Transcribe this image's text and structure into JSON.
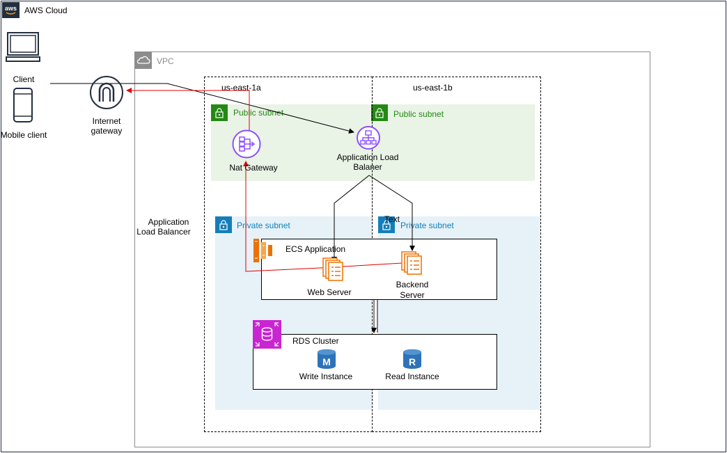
{
  "aws_cloud": {
    "label": "AWS Cloud"
  },
  "vpc": {
    "label": "VPC"
  },
  "client": {
    "label": "Client"
  },
  "mobile_client": {
    "label": "Mobile client"
  },
  "internet_gateway": {
    "label_line1": "Internet",
    "label_line2": "gateway"
  },
  "az": {
    "a": "us-east-1a",
    "b": "us-east-1b"
  },
  "public_subnet": {
    "label": "Public subnet"
  },
  "private_subnet": {
    "label": "Private subnet"
  },
  "nat_gateway": {
    "label": "Nat Gateway"
  },
  "alb": {
    "label_line1": "Application Load",
    "label_line2": "Balaner"
  },
  "side_label": {
    "line1": "Application",
    "line2": "Load Balancer"
  },
  "text_label": "Text",
  "ecs": {
    "label": "ECS Application",
    "web_server": "Web Server",
    "backend_line1": "Backend",
    "backend_line2": "Server"
  },
  "rds": {
    "label": "RDS Cluster",
    "write": "Write Instance",
    "read": "Read Instance",
    "write_letter": "M",
    "read_letter": "R"
  },
  "colors": {
    "public_green": "#248814",
    "private_blue": "#147eba",
    "purple": "#8c4fff",
    "orange": "#ed7100",
    "rds_blue": "#2e73b8",
    "rds_magenta": "#c925d1",
    "red_line": "#e00000"
  },
  "icons": [
    "aws-cloud-icon",
    "vpc-cloud-icon",
    "laptop-icon",
    "mobile-icon",
    "internet-gateway-icon",
    "lock-icon",
    "nat-gateway-icon",
    "load-balancer-icon",
    "ecs-icon",
    "container-icon",
    "rds-icon",
    "db-instance-icon"
  ]
}
